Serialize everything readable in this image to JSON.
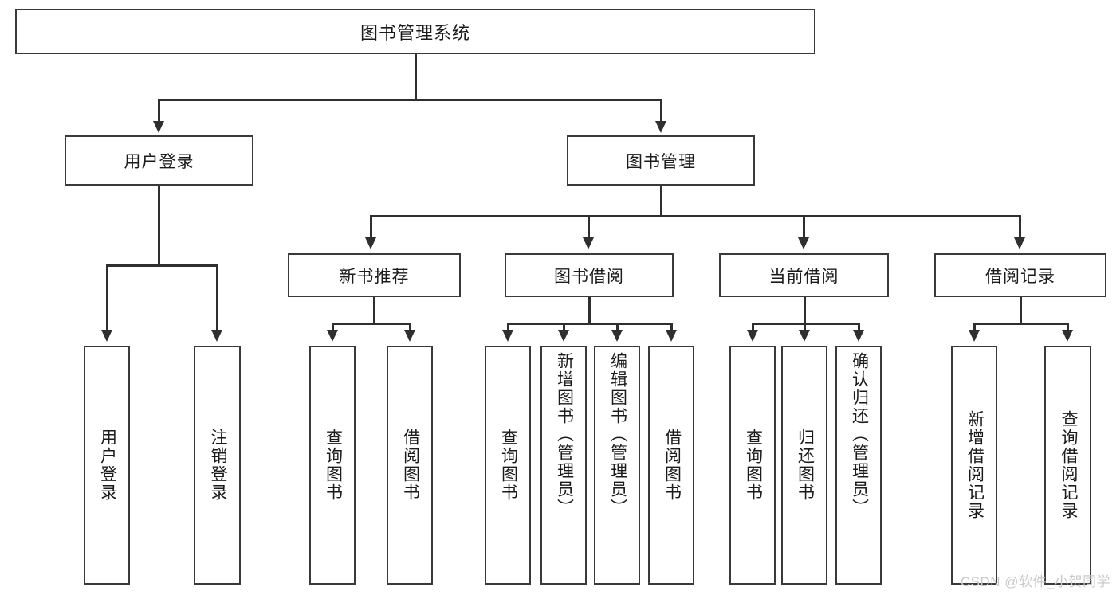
{
  "diagram": {
    "type": "tree-hierarchy",
    "title": "图书管理系统",
    "root": {
      "label": "图书管理系统"
    },
    "level2": [
      {
        "id": "user-login",
        "label": "用户登录"
      },
      {
        "id": "book-manage",
        "label": "图书管理"
      }
    ],
    "level3": [
      {
        "id": "new-book-recommend",
        "label": "新书推荐"
      },
      {
        "id": "book-borrow",
        "label": "图书借阅"
      },
      {
        "id": "current-borrow",
        "label": "当前借阅"
      },
      {
        "id": "borrow-record",
        "label": "借阅记录"
      }
    ],
    "leaves": {
      "user_login": [
        {
          "id": "leaf-user-login",
          "label": "用户登录"
        },
        {
          "id": "leaf-logout-login",
          "label": "注销登录"
        }
      ],
      "new_book_recommend": [
        {
          "id": "leaf-query-book-1",
          "label": "查询图书"
        },
        {
          "id": "leaf-borrow-book-1",
          "label": "借阅图书"
        }
      ],
      "book_borrow": [
        {
          "id": "leaf-query-book-2",
          "label": "查询图书"
        },
        {
          "id": "leaf-add-book-admin",
          "label": "新增图书（管理员）"
        },
        {
          "id": "leaf-edit-book-admin",
          "label": "编辑图书（管理员）"
        },
        {
          "id": "leaf-borrow-book-2",
          "label": "借阅图书"
        }
      ],
      "current_borrow": [
        {
          "id": "leaf-query-book-3",
          "label": "查询图书"
        },
        {
          "id": "leaf-return-book",
          "label": "归还图书"
        },
        {
          "id": "leaf-confirm-return-admin",
          "label": "确认归还（管理员）"
        }
      ],
      "borrow_record": [
        {
          "id": "leaf-add-borrow-record",
          "label": "新增借阅记录"
        },
        {
          "id": "leaf-query-borrow-record",
          "label": "查询借阅记录"
        }
      ]
    },
    "colors": {
      "stroke": "#3a3a3a",
      "connector": "#2f2f2f",
      "text": "#1b1b1b",
      "background": "#ffffff",
      "watermark": "#c9c9c9"
    }
  },
  "watermark": {
    "text": "CSDN @软件_小贺同学"
  }
}
